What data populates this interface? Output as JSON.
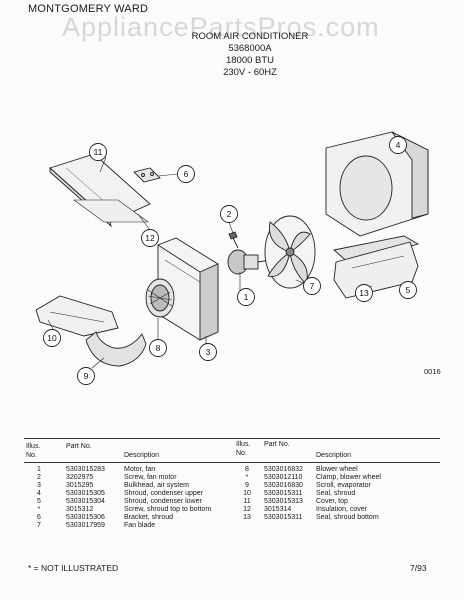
{
  "header": {
    "brand": "MONTGOMERY WARD",
    "watermark": "AppliancePartsPros.com",
    "title": "ROOM AIR CONDITIONER",
    "model": "5368000A",
    "capacity": "18000 BTU",
    "power": "230V - 60HZ"
  },
  "figure": {
    "code": "0016",
    "callouts": [
      "1",
      "2",
      "3",
      "4",
      "5",
      "6",
      "7",
      "8",
      "9",
      "10",
      "11",
      "12",
      "13"
    ]
  },
  "table": {
    "headers": {
      "illus_no": "Illus. No.",
      "part_no": "Part No.",
      "description": "Description"
    },
    "left": [
      {
        "no": "1",
        "part": "5303015283",
        "desc": "Motor, fan"
      },
      {
        "no": "2",
        "part": "3202975",
        "desc": "Screw, fan motor"
      },
      {
        "no": "3",
        "part": "3015295",
        "desc": "Bulkhead, air system"
      },
      {
        "no": "4",
        "part": "5303015305",
        "desc": "Shroud, condenser upper"
      },
      {
        "no": "5",
        "part": "5303015304",
        "desc": "Shroud, condenser lower"
      },
      {
        "no": "*",
        "part": "3015312",
        "desc": "Screw, shroud top to bottom"
      },
      {
        "no": "6",
        "part": "5303015306",
        "desc": "Bracket, shroud"
      },
      {
        "no": "7",
        "part": "5303017959",
        "desc": "Fan blade"
      }
    ],
    "right": [
      {
        "no": "8",
        "part": "5303016832",
        "desc": "Blower wheel"
      },
      {
        "no": "*",
        "part": "5303012110",
        "desc": "Clamp, blower wheel"
      },
      {
        "no": "9",
        "part": "5303016830",
        "desc": "Scroll, evaporator"
      },
      {
        "no": "10",
        "part": "5303015311",
        "desc": "Seal, shroud"
      },
      {
        "no": "11",
        "part": "5303015313",
        "desc": "Cover, top"
      },
      {
        "no": "12",
        "part": "3015314",
        "desc": "Insulation, cover"
      },
      {
        "no": "13",
        "part": "5303015311",
        "desc": "Seal, shroud bottom"
      }
    ]
  },
  "footer": {
    "note": "* = NOT ILLUSTRATED",
    "date": "7/93"
  }
}
